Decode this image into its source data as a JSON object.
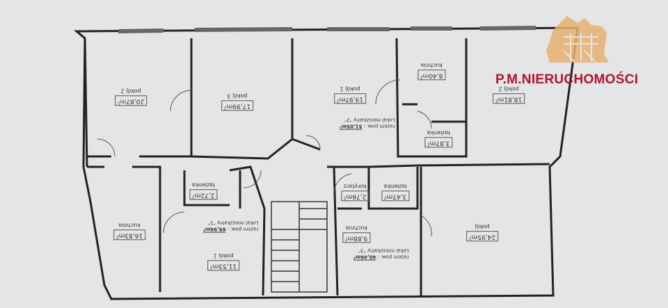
{
  "brand": {
    "name": "P.M.NIERUCHOMOŚCI",
    "logo_color": "#e8b070",
    "text_color": "#b5132b"
  },
  "rooms": [
    {
      "name": "pokój 2",
      "area": "20,87m²"
    },
    {
      "name": "pokój 3",
      "area": "17,99m²"
    },
    {
      "name": "pokój 1",
      "area": "19,97m²"
    },
    {
      "name": "kuchnia",
      "area": "8,40m²"
    },
    {
      "name": "pokój 2",
      "area": "18,81m²"
    },
    {
      "name": "łazienka",
      "area": "3,87m²"
    },
    {
      "name": "łazienka",
      "area": "2,72m²"
    },
    {
      "name": "kuchnia",
      "area": "16,83m²"
    },
    {
      "name": "pokój 1",
      "area": "11,53m²"
    },
    {
      "name": "korytarz",
      "area": "2,76m²"
    },
    {
      "name": "łazienka",
      "area": "3,47m²"
    },
    {
      "name": "kuchnia",
      "area": "9,88m²"
    },
    {
      "name": "pokój",
      "area": "24,95m²"
    }
  ],
  "apartments": [
    {
      "title": "Lokal mieszkalny \"1\"",
      "total_label": "razem pow. :",
      "total": "69,94m²"
    },
    {
      "title": "Lokal mieszkalny \"2\"",
      "total_label": "razem pow. :",
      "total": "51,05m²"
    },
    {
      "title": "Lokal mieszkalny \"3\"",
      "total_label": "razem pow. :",
      "total": "40,46m²"
    }
  ]
}
